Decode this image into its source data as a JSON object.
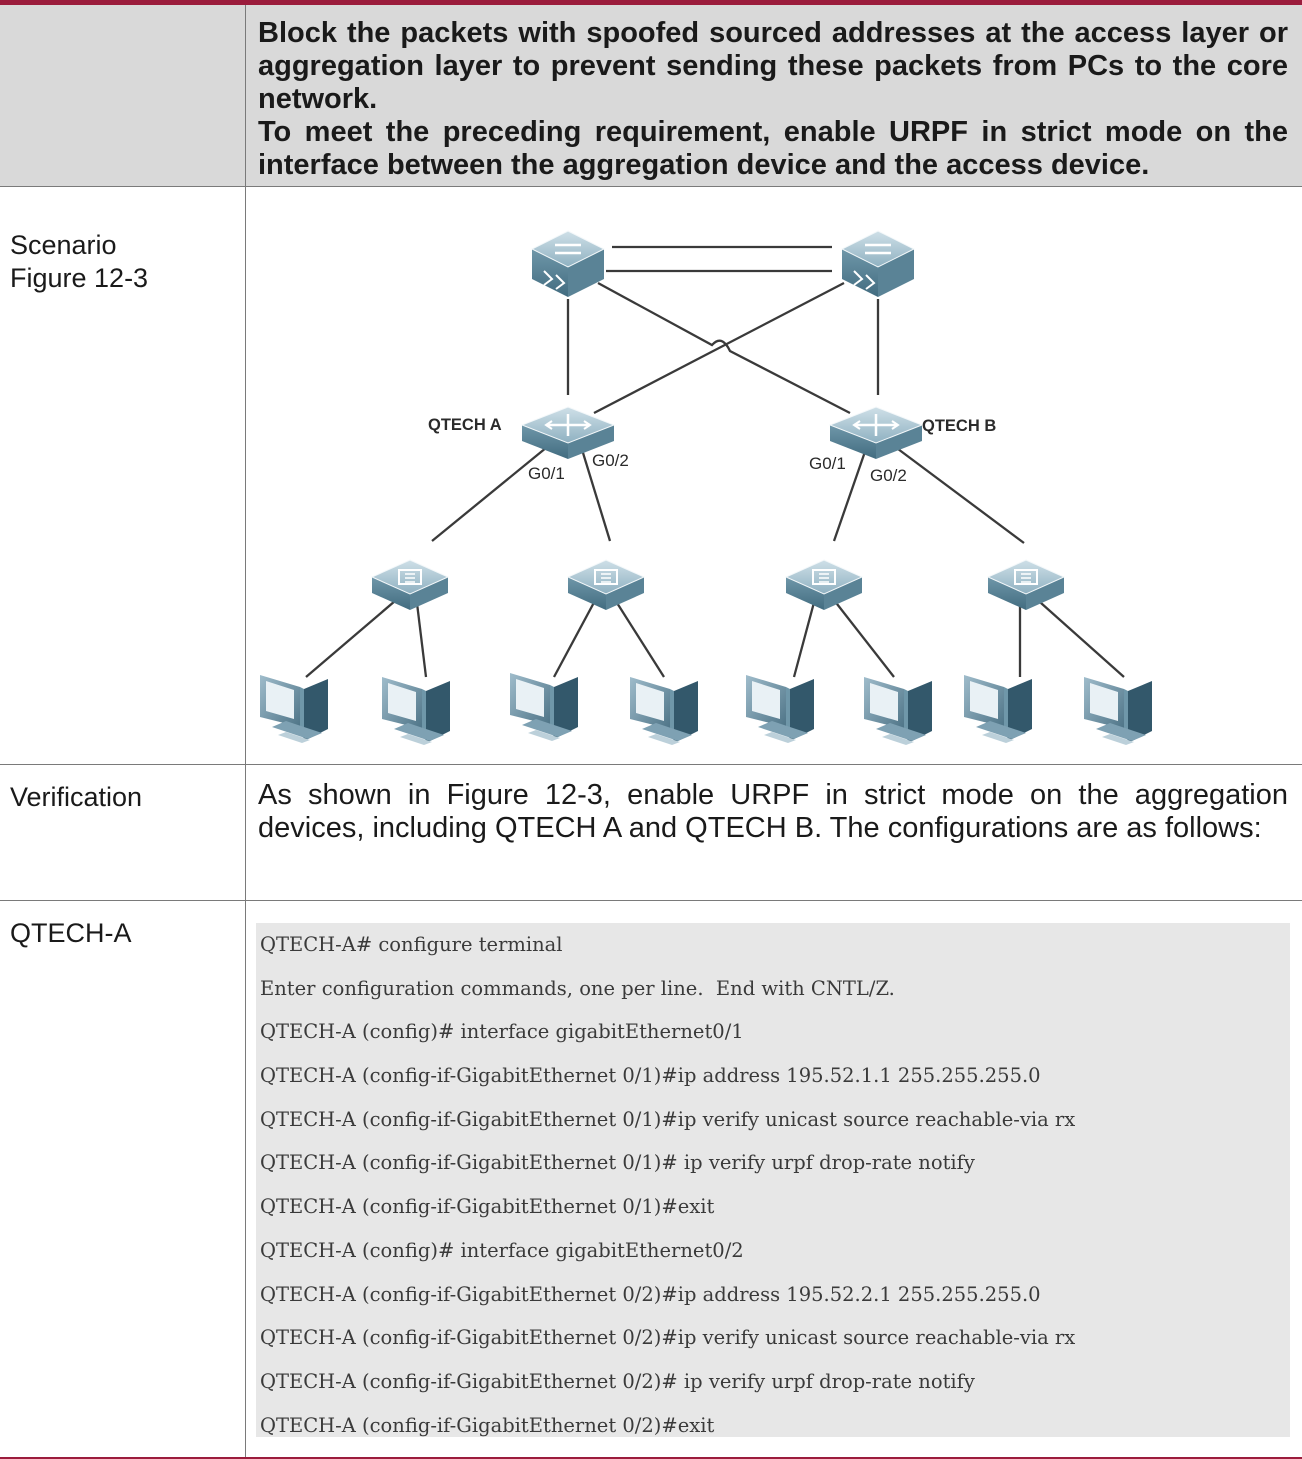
{
  "requirement": {
    "paragraphs": [
      "Block the packets with spoofed sourced addresses at the access layer or aggregation layer to prevent sending these packets from PCs to the core network.",
      "To meet the preceding requirement, enable URPF in strict mode on the interface between the aggregation device and the access device."
    ]
  },
  "scenario": {
    "label_line1": "Scenario",
    "label_line2": "Figure 12-3",
    "figure": {
      "device_a": "QTECH A",
      "device_b": "QTECH B",
      "port_a1": "G0/1",
      "port_a2": "G0/2",
      "port_b1": "G0/1",
      "port_b2": "G0/2",
      "icons": {
        "core": "core-switch-icon",
        "aggregation": "router-icon",
        "access": "access-switch-icon",
        "host": "pc-icon"
      }
    }
  },
  "verification": {
    "label": "Verification",
    "text": "As shown in Figure 12-3, enable URPF in strict mode on the aggregation devices, including QTECH A and QTECH B. The configurations are as follows:"
  },
  "config_a": {
    "label": "QTECH-A",
    "lines": [
      "QTECH-A# configure terminal",
      "Enter configuration commands, one per line.  End with CNTL/Z.",
      "QTECH-A (config)# interface gigabitEthernet0/1",
      "QTECH-A (config-if-GigabitEthernet 0/1)#ip address 195.52.1.1 255.255.255.0",
      "QTECH-A (config-if-GigabitEthernet 0/1)#ip verify unicast source reachable-via rx",
      "QTECH-A (config-if-GigabitEthernet 0/1)# ip verify urpf drop-rate notify",
      "QTECH-A (config-if-GigabitEthernet 0/1)#exit",
      "QTECH-A (config)# interface gigabitEthernet0/2",
      "QTECH-A (config-if-GigabitEthernet 0/2)#ip address 195.52.2.1 255.255.255.0",
      "QTECH-A (config-if-GigabitEthernet 0/2)#ip verify unicast source reachable-via rx",
      "QTECH-A (config-if-GigabitEthernet 0/2)# ip verify urpf drop-rate notify",
      "QTECH-A (config-if-GigabitEthernet 0/2)#exit"
    ]
  },
  "colors": {
    "accent_bar": "#9b1c3c",
    "header_fill": "#d9d9d9",
    "code_fill": "#e7e7e7",
    "device_fill": "#6f97a9"
  }
}
